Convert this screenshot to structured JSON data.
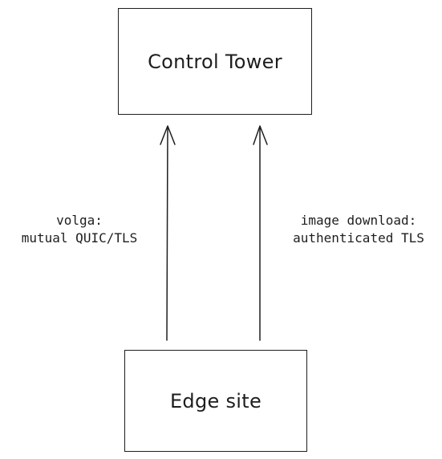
{
  "nodes": {
    "control_tower": "Control Tower",
    "edge_site": "Edge site"
  },
  "connections": [
    {
      "label_line1": "volga:",
      "label_line2": "mutual QUIC/TLS"
    },
    {
      "label_line1": "image download:",
      "label_line2": "authenticated TLS"
    }
  ],
  "colors": {
    "stroke": "#1e1e1e",
    "background": "#ffffff"
  }
}
